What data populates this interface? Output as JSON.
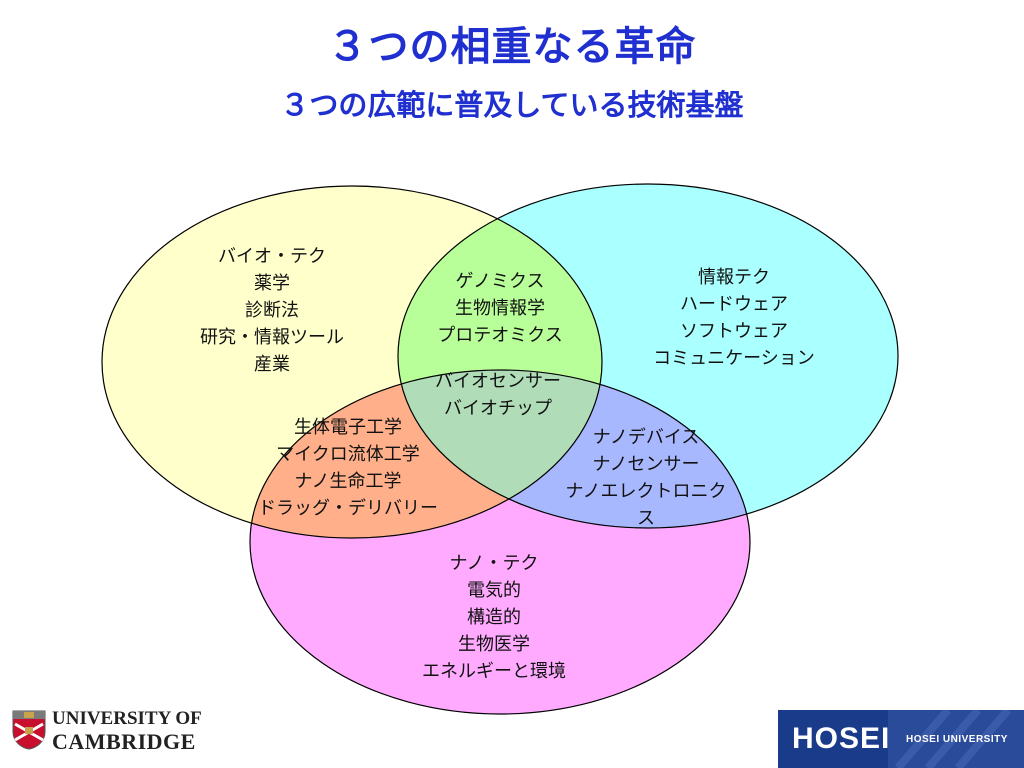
{
  "header": {
    "title": "３つの相重なる革命",
    "subtitle": "３つの広範に普及している技術基盤"
  },
  "diagram": {
    "circles": [
      {
        "key": "bio",
        "fill": "#ffffcc"
      },
      {
        "key": "info",
        "fill": "#aaffff"
      },
      {
        "key": "nano",
        "fill": "#ffaaff"
      }
    ],
    "regions": {
      "bio_only": [
        "バイオ・テク",
        "薬学",
        "診断法",
        "研究・情報ツール",
        "産業"
      ],
      "info_only": [
        "情報テク",
        "ハードウェア",
        "ソフトウェア",
        "コミュニケーション"
      ],
      "nano_only": [
        "ナノ・テク",
        "電気的",
        "構造的",
        "生物医学",
        "エネルギーと環境"
      ],
      "bio_info": [
        "ゲノミクス",
        "生物情報学",
        "プロテオミクス"
      ],
      "bio_nano": [
        "生体電子工学",
        "マイクロ流体工学",
        "ナノ生命工学",
        "ドラッグ・デリバリー"
      ],
      "info_nano": [
        "ナノデバイス",
        "ナノセンサー",
        "ナノエレクトロニク",
        "ス"
      ],
      "center": [
        "バイオセンサー",
        "バイオチップ"
      ]
    }
  },
  "logos": {
    "cambridge": {
      "line1": "UNIVERSITY OF",
      "line2": "CAMBRIDGE"
    },
    "hosei": {
      "mark": "HOSEI",
      "name": "HOSEI UNIVERSITY"
    }
  }
}
